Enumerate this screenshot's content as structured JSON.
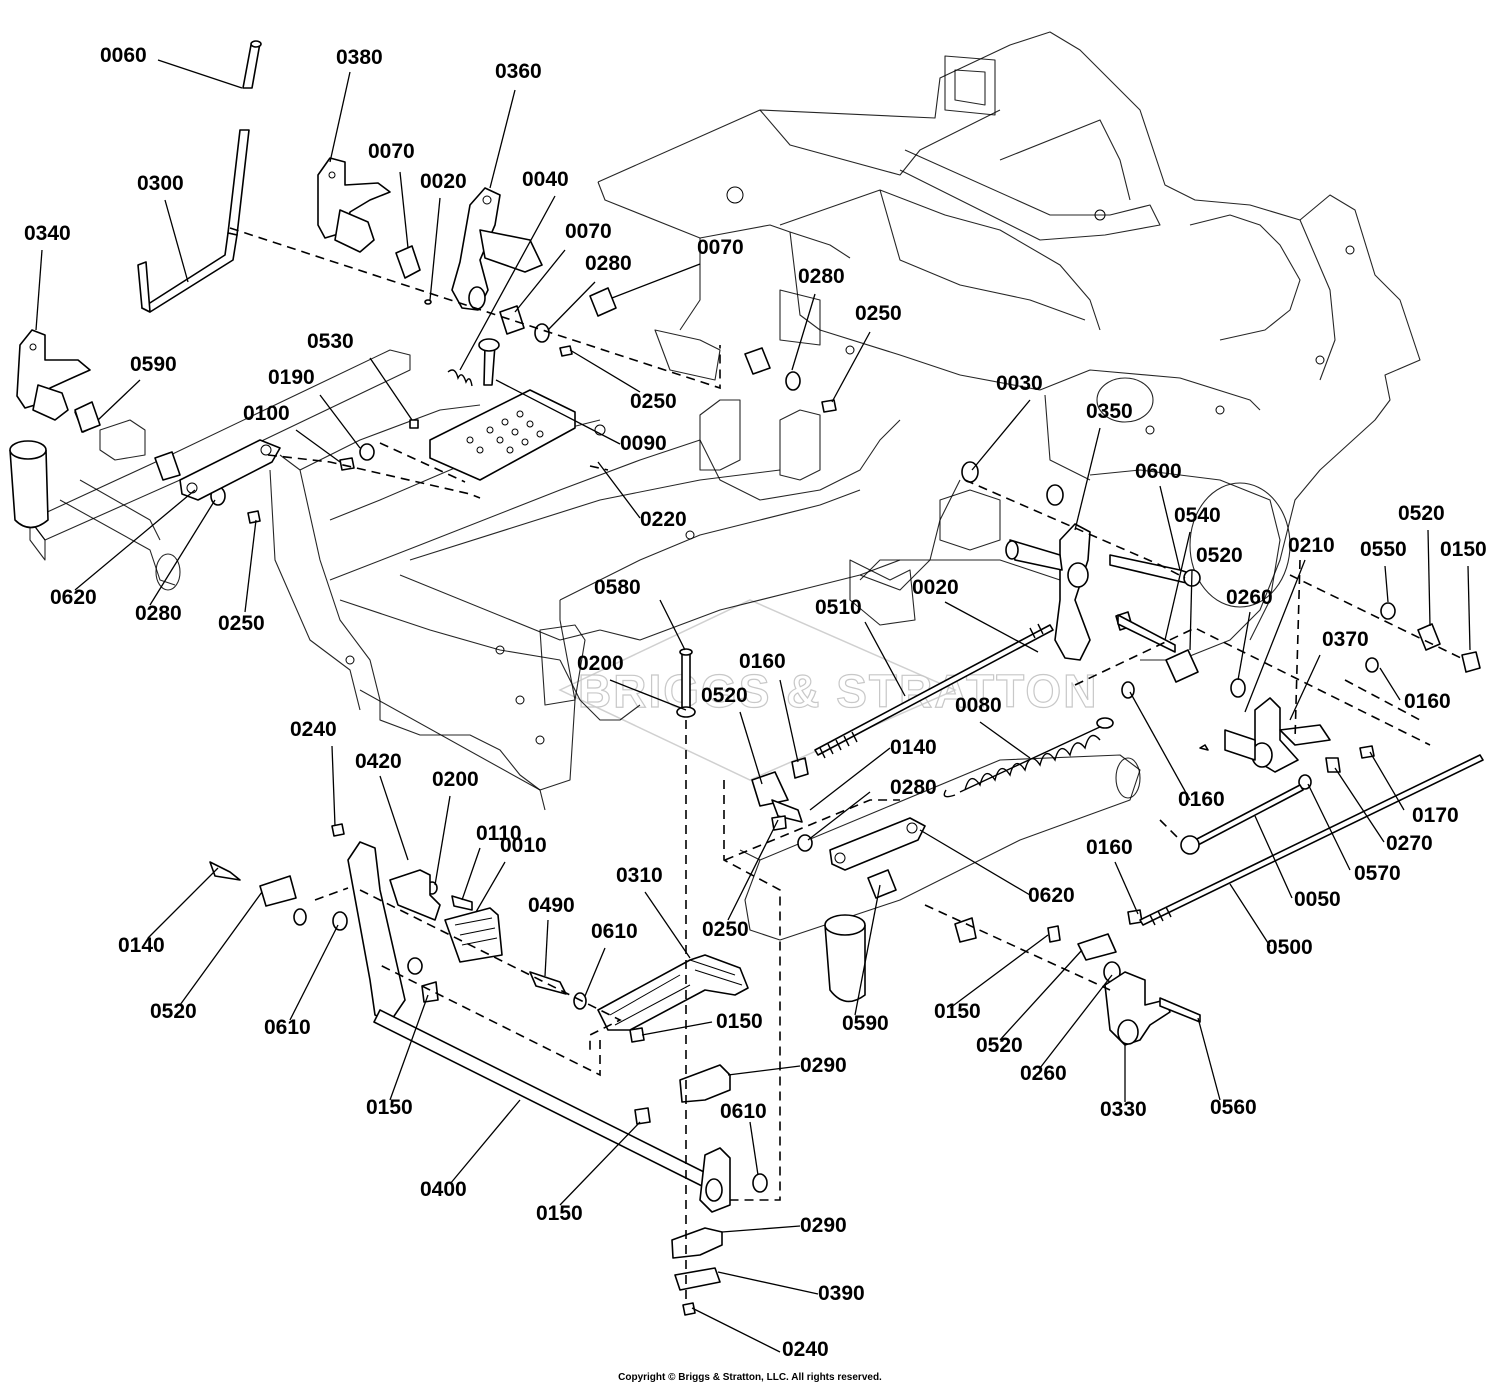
{
  "watermark": "BRIGGS & STRATTON",
  "copyright": "Copyright © Briggs & Stratton, LLC. All rights reserved.",
  "callouts": [
    {
      "id": "c0060a",
      "text": "0060"
    },
    {
      "id": "c0380a",
      "text": "0380"
    },
    {
      "id": "c0360a",
      "text": "0360"
    },
    {
      "id": "c0070a",
      "text": "0070"
    },
    {
      "id": "c0020a",
      "text": "0020"
    },
    {
      "id": "c0040a",
      "text": "0040"
    },
    {
      "id": "c0300a",
      "text": "0300"
    },
    {
      "id": "c0070b",
      "text": "0070"
    },
    {
      "id": "c0280a",
      "text": "0280"
    },
    {
      "id": "c0070c",
      "text": "0070"
    },
    {
      "id": "c0340a",
      "text": "0340"
    },
    {
      "id": "c0280b",
      "text": "0280"
    },
    {
      "id": "c0250a",
      "text": "0250"
    },
    {
      "id": "c0530a",
      "text": "0530"
    },
    {
      "id": "c0590a",
      "text": "0590"
    },
    {
      "id": "c0190a",
      "text": "0190"
    },
    {
      "id": "c0250b",
      "text": "0250"
    },
    {
      "id": "c0100a",
      "text": "0100"
    },
    {
      "id": "c0090a",
      "text": "0090"
    },
    {
      "id": "c0030a",
      "text": "0030"
    },
    {
      "id": "c0350a",
      "text": "0350"
    },
    {
      "id": "c0600a",
      "text": "0600"
    },
    {
      "id": "c0220a",
      "text": "0220"
    },
    {
      "id": "c0540a",
      "text": "0540"
    },
    {
      "id": "c0520a",
      "text": "0520"
    },
    {
      "id": "c0210a",
      "text": "0210"
    },
    {
      "id": "c0550a",
      "text": "0550"
    },
    {
      "id": "c0150a",
      "text": "0150"
    },
    {
      "id": "c0620a",
      "text": "0620"
    },
    {
      "id": "c0280c",
      "text": "0280"
    },
    {
      "id": "c0250c",
      "text": "0250"
    },
    {
      "id": "c0580a",
      "text": "0580"
    },
    {
      "id": "c0510a",
      "text": "0510"
    },
    {
      "id": "c0020b",
      "text": "0020"
    },
    {
      "id": "c0520b",
      "text": "0520"
    },
    {
      "id": "c0260a",
      "text": "0260"
    },
    {
      "id": "c0370a",
      "text": "0370"
    },
    {
      "id": "c0200a",
      "text": "0200"
    },
    {
      "id": "c0160a",
      "text": "0160"
    },
    {
      "id": "c0160b",
      "text": "0160"
    },
    {
      "id": "c0520c",
      "text": "0520"
    },
    {
      "id": "c0080a",
      "text": "0080"
    },
    {
      "id": "c0240a",
      "text": "0240"
    },
    {
      "id": "c0140a",
      "text": "0140"
    },
    {
      "id": "c0420a",
      "text": "0420"
    },
    {
      "id": "c0200b",
      "text": "0200"
    },
    {
      "id": "c0280d",
      "text": "0280"
    },
    {
      "id": "c0160c",
      "text": "0160"
    },
    {
      "id": "c0170a",
      "text": "0170"
    },
    {
      "id": "c0110a",
      "text": "0110"
    },
    {
      "id": "c0270a",
      "text": "0270"
    },
    {
      "id": "c0010a",
      "text": "0010"
    },
    {
      "id": "c0620b",
      "text": "0620"
    },
    {
      "id": "c0570a",
      "text": "0570"
    },
    {
      "id": "c0160d",
      "text": "0160"
    },
    {
      "id": "c0310a",
      "text": "0310"
    },
    {
      "id": "c0050a",
      "text": "0050"
    },
    {
      "id": "c0490a",
      "text": "0490"
    },
    {
      "id": "c0140b",
      "text": "0140"
    },
    {
      "id": "c0250d",
      "text": "0250"
    },
    {
      "id": "c0610a",
      "text": "0610"
    },
    {
      "id": "c0500a",
      "text": "0500"
    },
    {
      "id": "c0520d",
      "text": "0520"
    },
    {
      "id": "c0150b",
      "text": "0150"
    },
    {
      "id": "c0610b",
      "text": "0610"
    },
    {
      "id": "c0590b",
      "text": "0590"
    },
    {
      "id": "c0150c",
      "text": "0150"
    },
    {
      "id": "c0520e",
      "text": "0520"
    },
    {
      "id": "c0290a",
      "text": "0290"
    },
    {
      "id": "c0260b",
      "text": "0260"
    },
    {
      "id": "c0150d",
      "text": "0150"
    },
    {
      "id": "c0330a",
      "text": "0330"
    },
    {
      "id": "c0560a",
      "text": "0560"
    },
    {
      "id": "c0610c",
      "text": "0610"
    },
    {
      "id": "c0400a",
      "text": "0400"
    },
    {
      "id": "c0150e",
      "text": "0150"
    },
    {
      "id": "c0290b",
      "text": "0290"
    },
    {
      "id": "c0390a",
      "text": "0390"
    },
    {
      "id": "c0240b",
      "text": "0240"
    }
  ]
}
